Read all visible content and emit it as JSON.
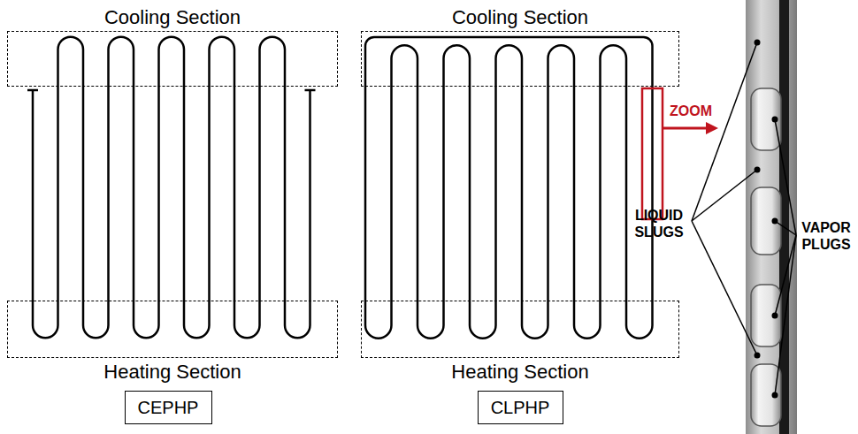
{
  "diagram": {
    "nodes": [
      {
        "text": [
          "Cooling Section"
        ]
      },
      {
        "text": [
          "Cooling Section"
        ]
      },
      {
        "text": [
          "Heating Section"
        ]
      },
      {
        "text": [
          "Heating Section"
        ]
      },
      {
        "text": [
          "CEPHP"
        ]
      },
      {
        "text": [
          "CLPHP"
        ]
      }
    ],
    "labels": [
      "ZOOM",
      "LIQUID SLUGS",
      "VAPOR PLUGS"
    ]
  }
}
